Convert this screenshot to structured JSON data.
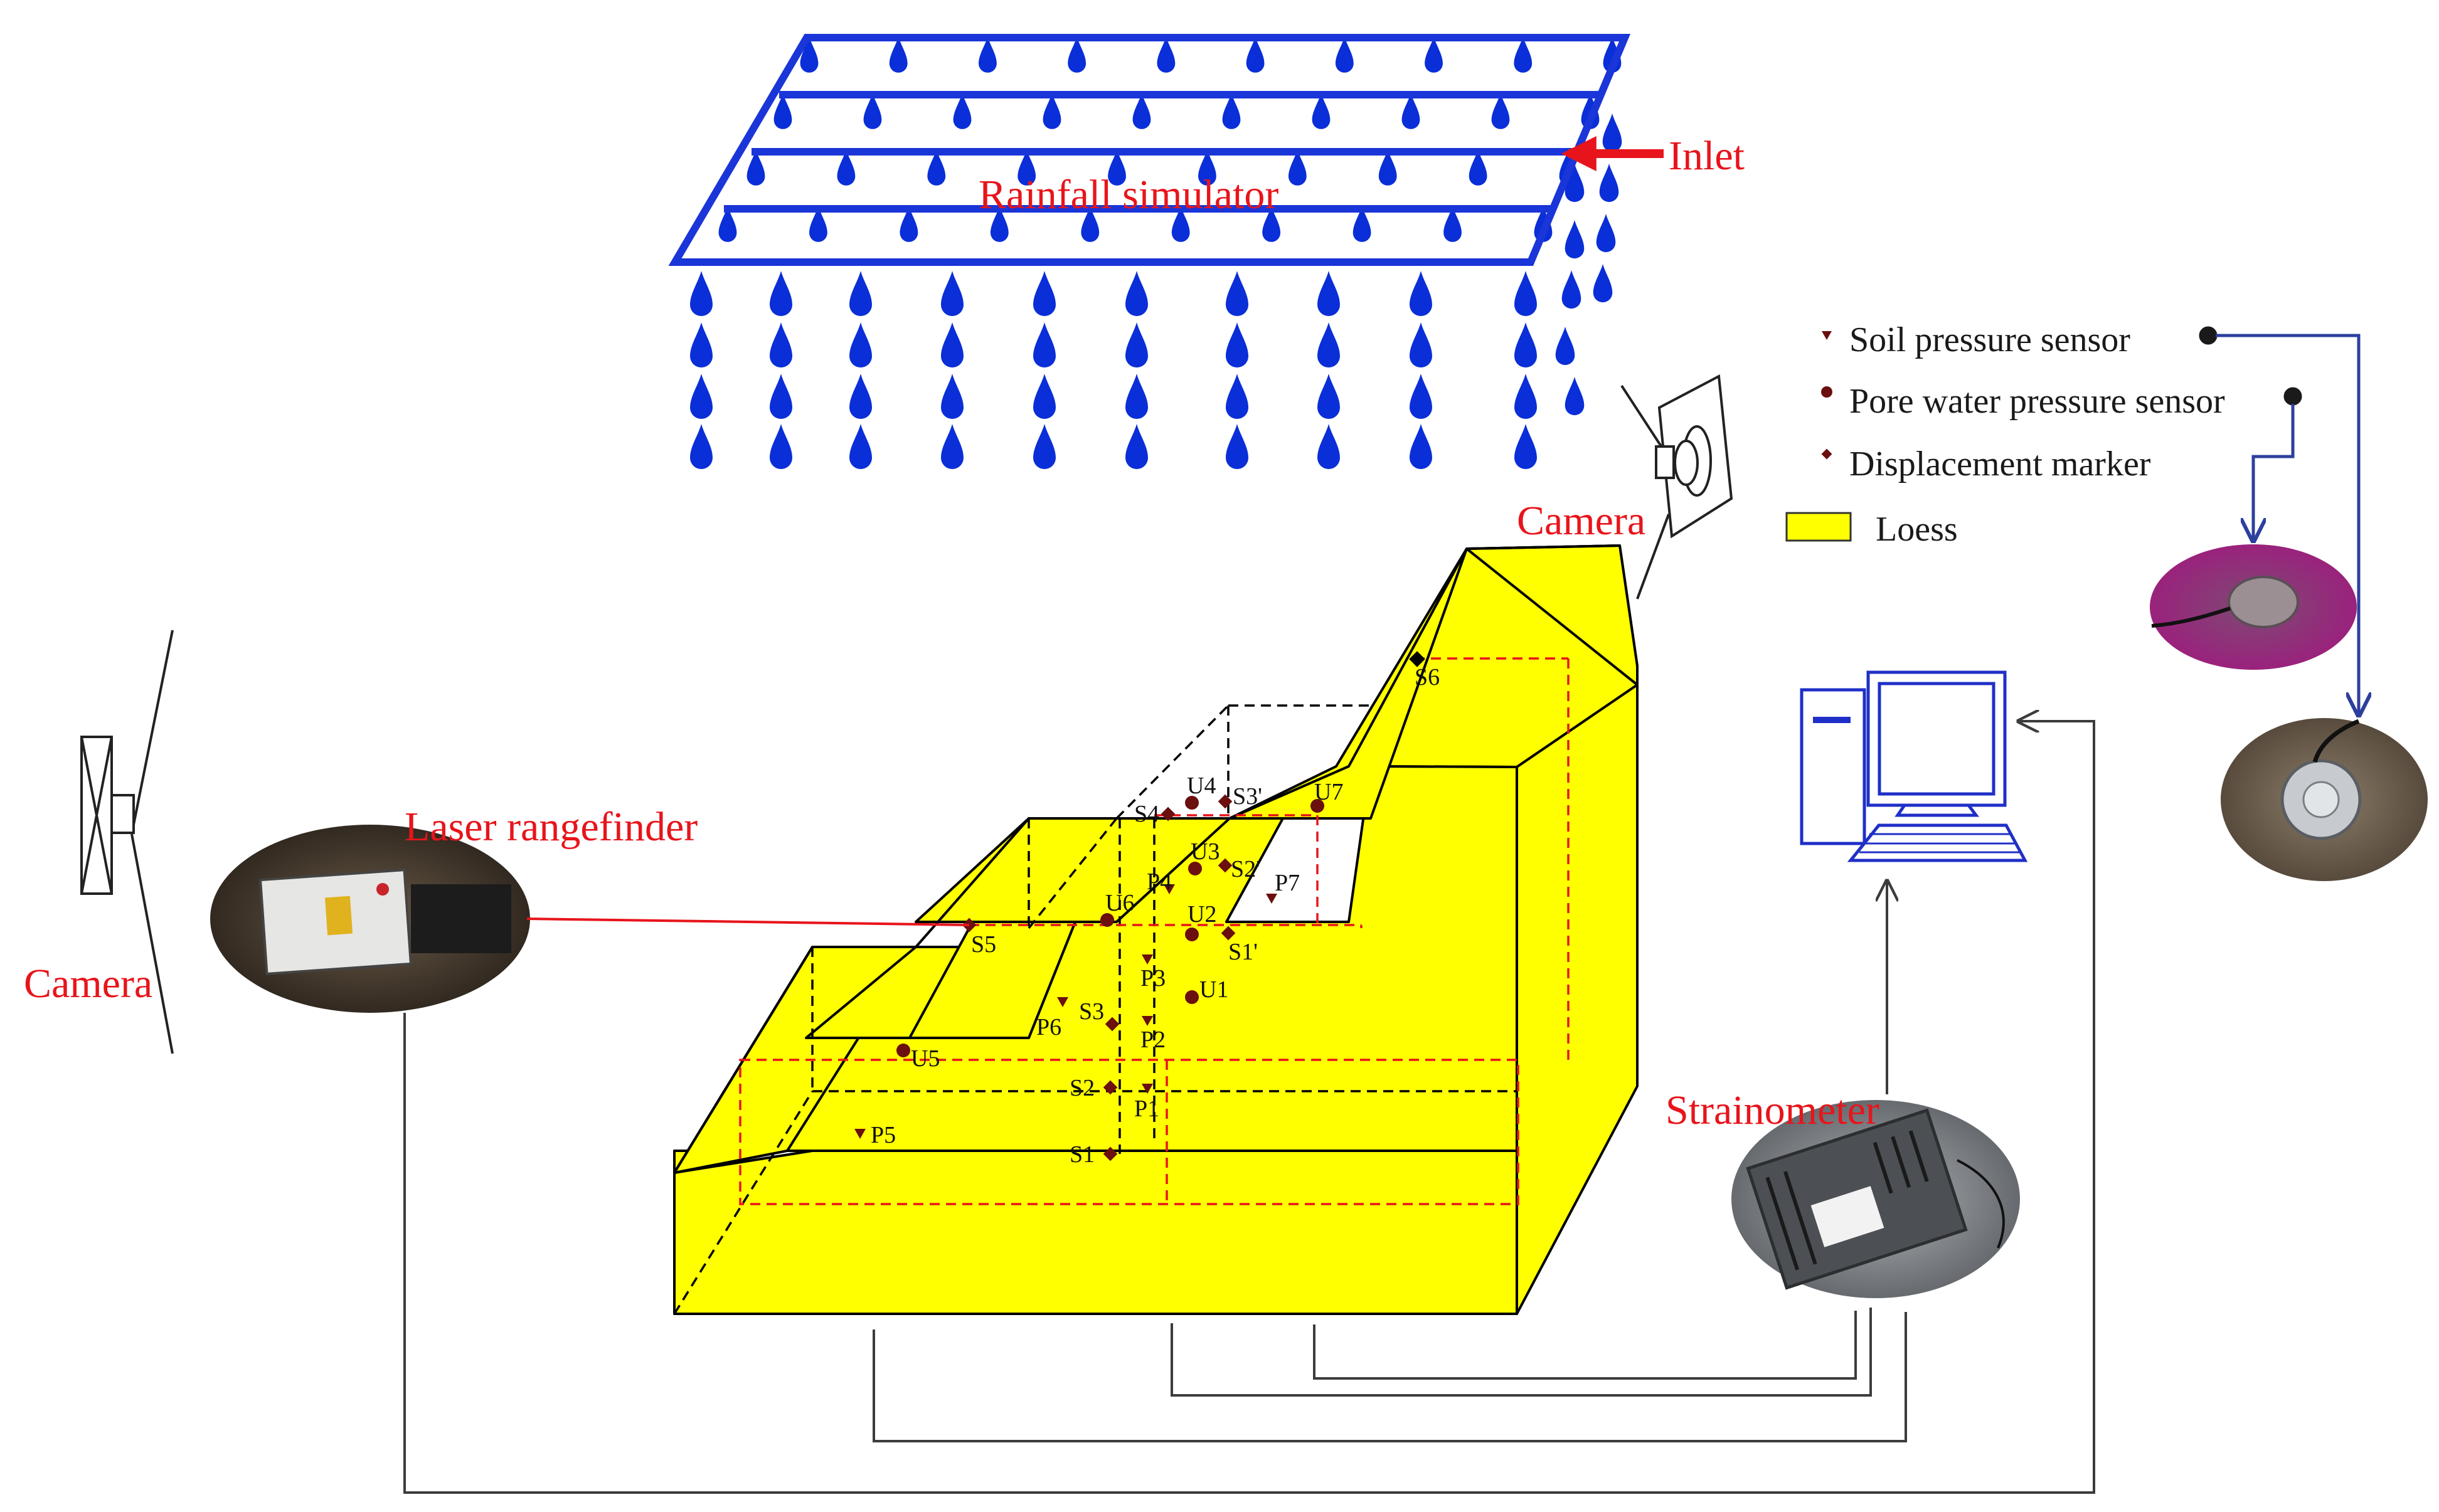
{
  "labels": {
    "rainfall_simulator": "Rainfall simulator",
    "inlet": "Inlet",
    "camera_top": "Camera",
    "camera_left": "Camera",
    "laser_rangefinder": "Laser rangefinder",
    "strainometer": "Strainometer"
  },
  "legend": {
    "soil_pressure": "Soil pressure sensor",
    "pore_water": "Pore water pressure sensor",
    "displacement": "Displacement marker",
    "loess": "Loess"
  },
  "points": {
    "S1": "S1",
    "S2": "S2",
    "S3": "S3",
    "S4": "S4",
    "S5": "S5",
    "S6": "S6",
    "S1p": "S1'",
    "S2p": "S2'",
    "S3p": "S3'",
    "U1": "U1",
    "U2": "U2",
    "U3": "U3",
    "U4": "U4",
    "U5": "U5",
    "U6": "U6",
    "U7": "U7",
    "P1": "P1",
    "P2": "P2",
    "P3": "P3",
    "P4": "P4",
    "P5": "P5",
    "P6": "P6",
    "P7": "P7"
  },
  "colors": {
    "loess": "#ffff00",
    "rain": "#0a2ed8",
    "simulator_frame": "#1a35d8",
    "label_red": "#e8141b",
    "marker": "#6b0f0f",
    "wire": "#3c3c3c",
    "connector": "#2d3f9e",
    "computer": "#1f2fc7"
  }
}
